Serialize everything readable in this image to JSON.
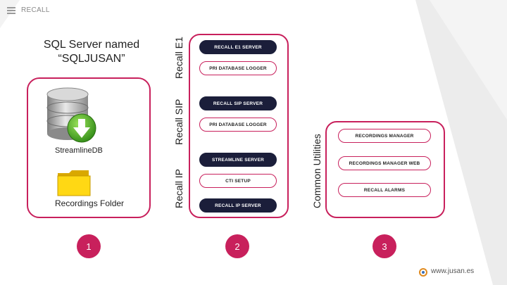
{
  "header": {
    "app_title": "RECALL",
    "menu_icon": "hamburger-icon"
  },
  "column1": {
    "title": "SQL Server named “SQLJUSAN”",
    "db_label": "StreamlineDB",
    "db_icon": "database-download-icon",
    "folder_label": "Recordings Folder",
    "folder_icon": "folder-icon",
    "step": "1"
  },
  "column2": {
    "groups": [
      {
        "label": "Recall E1",
        "items": [
          "RECALL E1 SERVER",
          "PRI DATABASE LOGGER"
        ]
      },
      {
        "label": "Recall SIP",
        "items": [
          "RECALL SIP SERVER",
          "PRI DATABASE LOGGER"
        ]
      },
      {
        "label": "Recall IP",
        "items": [
          "STREAMLINE SERVER",
          "CTI SETUP",
          "RECALL IP SERVER"
        ]
      }
    ],
    "step": "2"
  },
  "column3": {
    "label": "Common Utilities",
    "items": [
      "RECORDINGS MANAGER",
      "RECORDINGS MANAGER WEB",
      "RECALL ALARMS"
    ],
    "step": "3"
  },
  "footer": {
    "text": "www.jusan.es",
    "icon": "jusan-logo-icon"
  },
  "colors": {
    "accent": "#c8205c",
    "dark_fill": "#1b1e3a"
  }
}
